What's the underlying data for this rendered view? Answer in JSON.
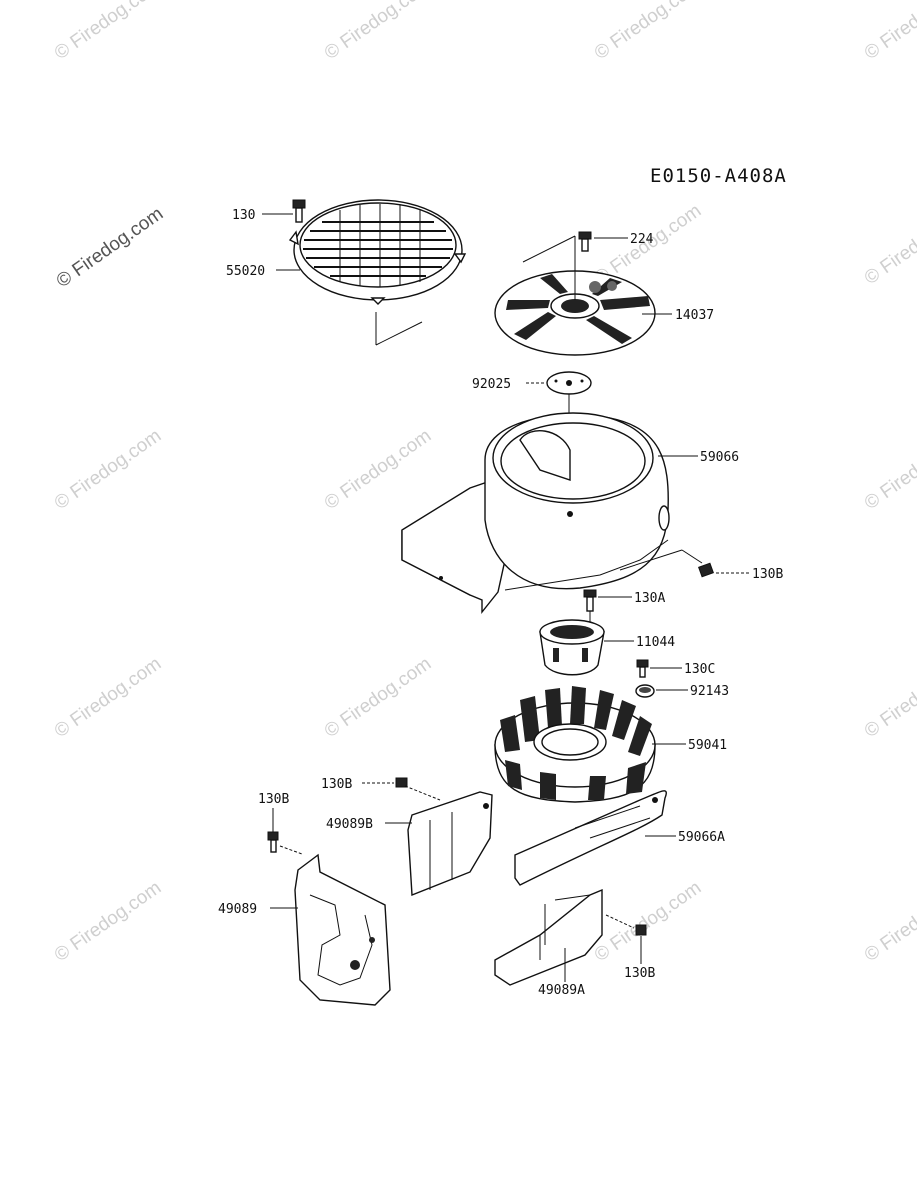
{
  "diagram": {
    "code": "E0150-A408A",
    "watermark": "© Firedog.com",
    "labels": {
      "p130_top": "130",
      "p55020": "55020",
      "p224": "224",
      "p14037": "14037",
      "p92025": "92025",
      "p59066": "59066",
      "p130B_right": "130B",
      "p130A": "130A",
      "p11044": "11044",
      "p130C": "130C",
      "p92143": "92143",
      "p59041": "59041",
      "p130B_mid": "130B",
      "p49089B": "49089B",
      "p130B_left": "130B",
      "p59066A": "59066A",
      "p49089": "49089",
      "p130B_bottom": "130B",
      "p49089A": "49089A"
    }
  }
}
